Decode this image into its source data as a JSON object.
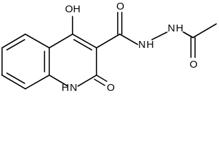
{
  "structure": {
    "atoms": {
      "oh_top": "OH",
      "amide_o": "O",
      "nh_hydrazide": "N",
      "nh_hydrazide_h": "H",
      "nh_terminal": "N",
      "nh_terminal_h": "H",
      "acetyl_o": "O",
      "ring_nh": "N",
      "ring_nh_h": "H",
      "lactam_o": "O"
    }
  }
}
